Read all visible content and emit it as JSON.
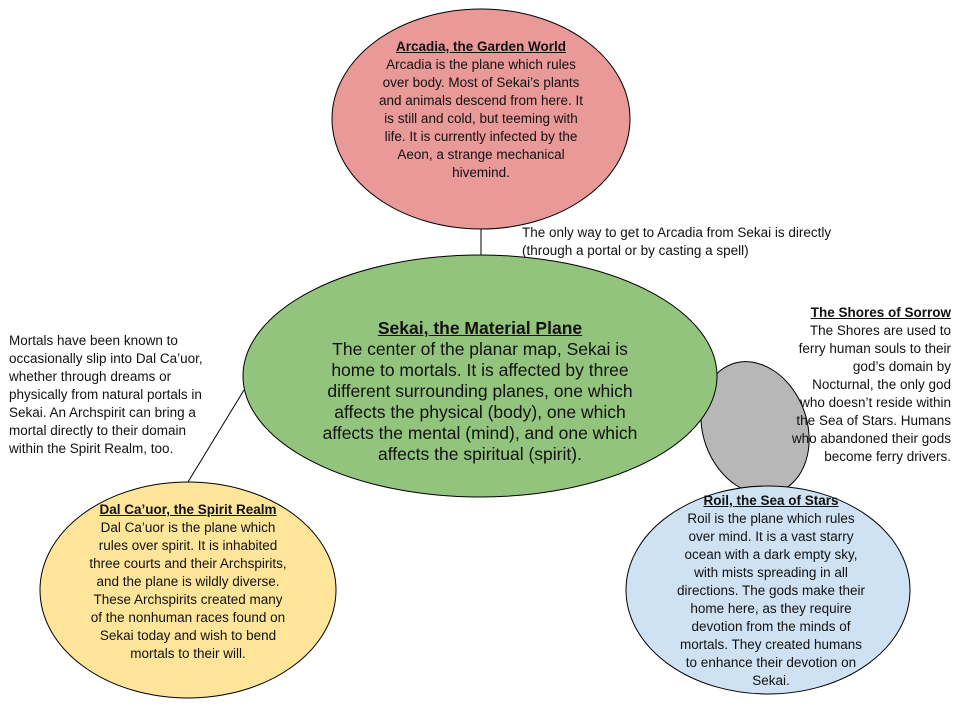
{
  "arcadia": {
    "title": "Arcadia, the Garden World",
    "body": "Arcadia is the plane which rules over body. Most of Sekai’s plants and animals descend from here. It is still and cold, but teeming with life. It is currently infected by the Aeon, a strange mechanical hivemind.",
    "color": "#ea9999"
  },
  "sekai": {
    "title": "Sekai, the Material Plane",
    "body": "The center of the planar map, Sekai is home to mortals. It is affected by three different surrounding planes, one which affects the physical (body), one which affects the mental (mind), and one which affects the spiritual (spirit).",
    "color": "#93c47d"
  },
  "dal_cauor": {
    "title": "Dal Ca’uor, the Spirit Realm",
    "body": "Dal Ca’uor is the plane which rules over spirit. It is inhabited three courts and their Archspirits, and the plane is wildly diverse. These Archspirits created many of the nonhuman races found on Sekai today and wish to bend mortals to their will.",
    "color": "#ffe599"
  },
  "roil": {
    "title": "Roil, the Sea of Stars",
    "body": "Roil is the plane which rules over mind. It is a vast starry ocean with a dark empty sky, with mists spreading in all directions. The gods make their home here, as they require devotion from the minds of mortals. They created humans to enhance their devotion on Sekai.",
    "color": "#cfe2f3"
  },
  "shores": {
    "title": "The Shores of Sorrow",
    "body": "The Shores are used to ferry human souls to their god’s domain by Nocturnal, the only god who doesn’t reside within the Sea of Stars. Humans who abandoned their gods become ferry drivers.",
    "color": "#b7b7b7"
  },
  "notes": {
    "arcadia_access": "The only way to get to Arcadia from Sekai is directly (through a portal or by casting a spell)",
    "spirit_access": "Mortals have been known to occasionally slip into Dal Ca’uor, whether through dreams or physically from natural portals in Sekai. An Archspirit can bring a mortal directly to their domain within the Spirit Realm, too."
  }
}
